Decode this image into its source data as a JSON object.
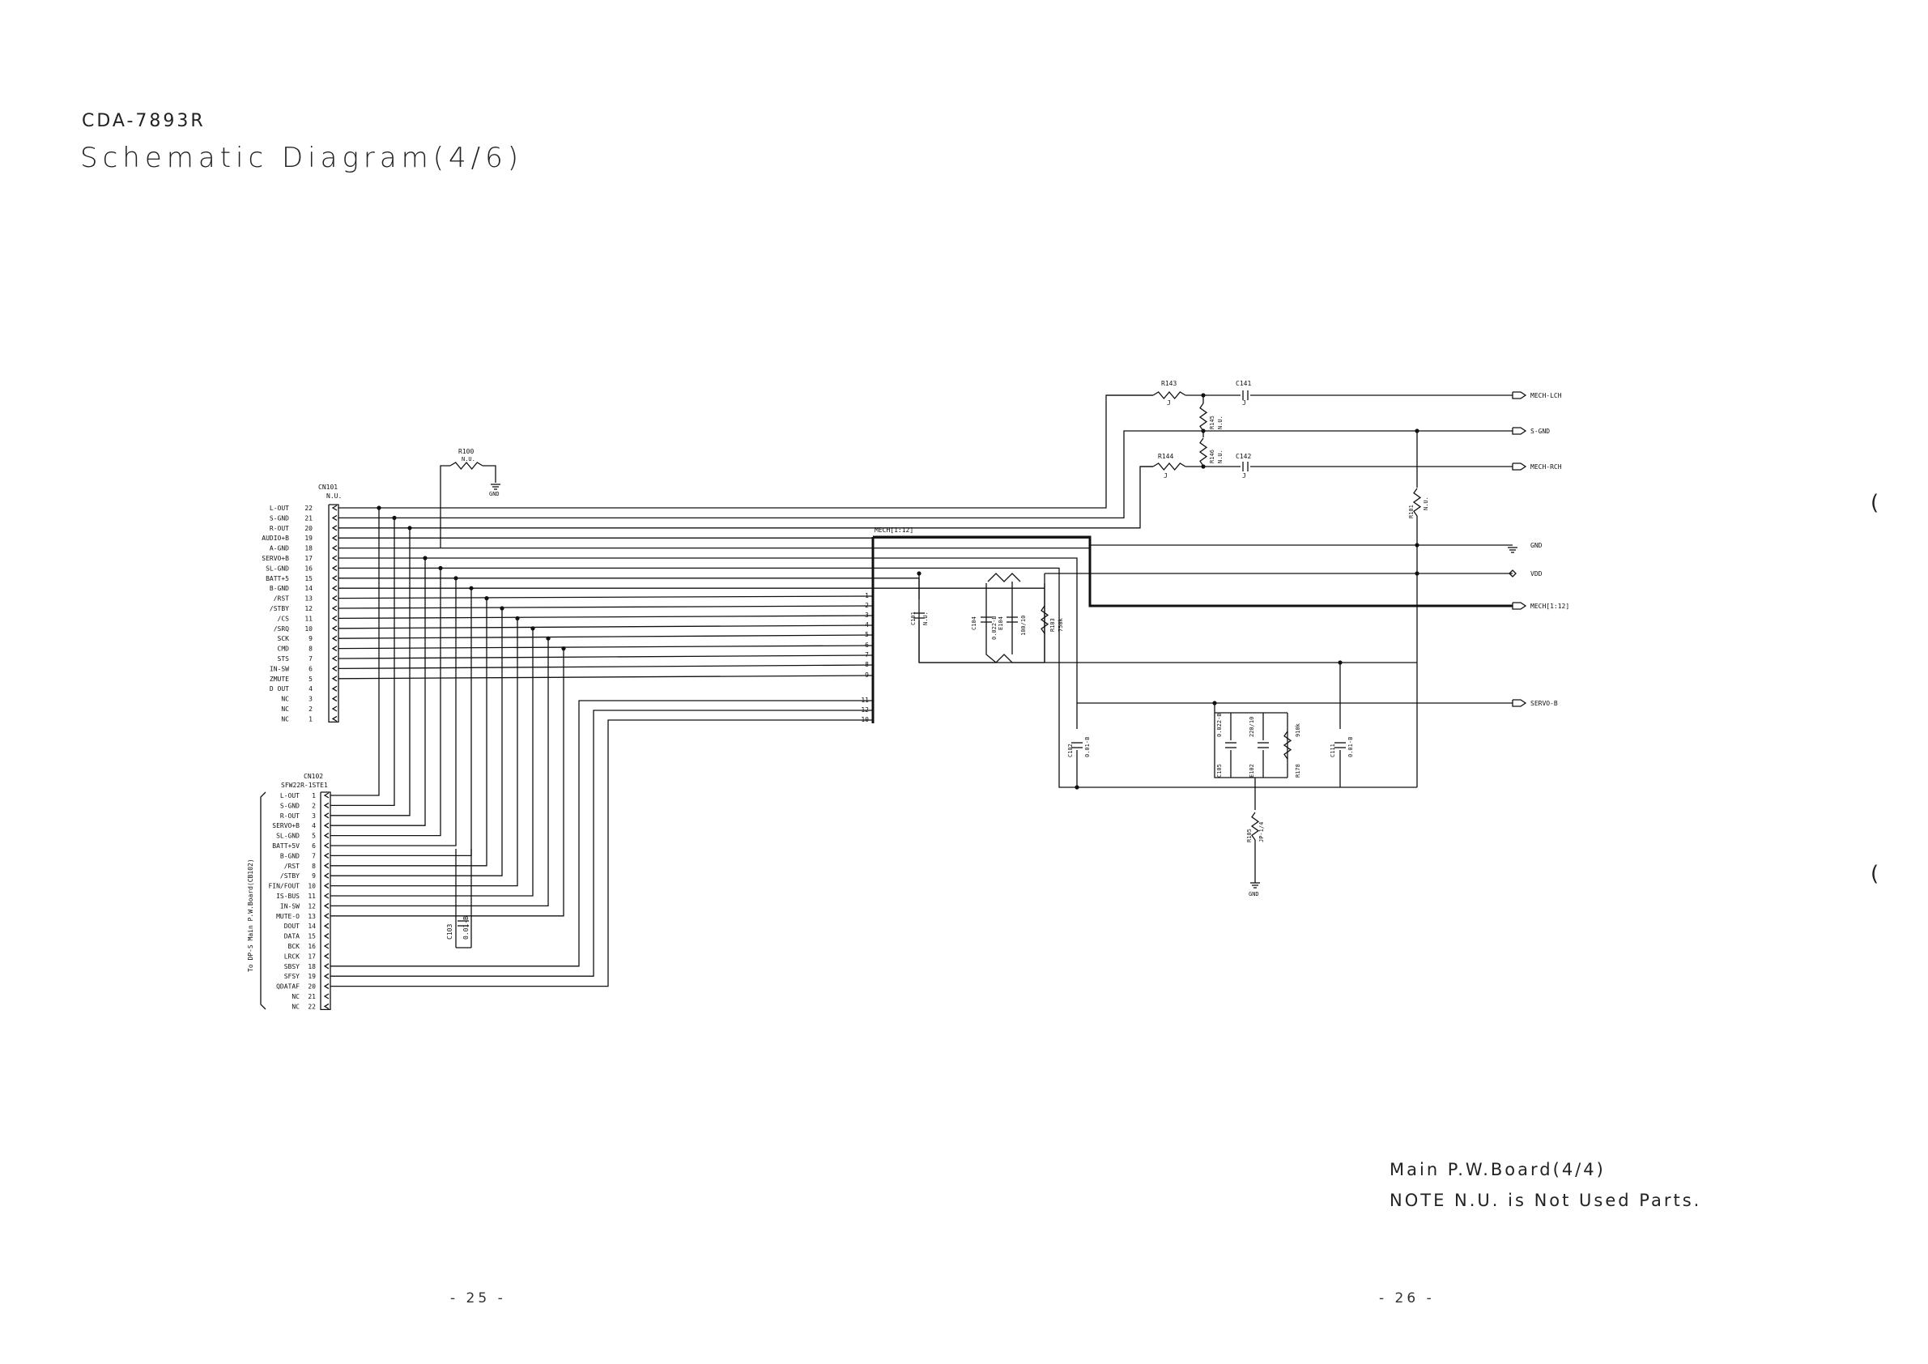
{
  "header": {
    "model": "CDA-7893R",
    "title": "Schematic Diagram(4/6)"
  },
  "footer": {
    "board": "Main P.W.Board(4/4)",
    "note": "NOTE N.U. is Not Used Parts.",
    "page_left": "- 25 -",
    "page_right": "- 26 -"
  },
  "schematic": {
    "cn101": {
      "ref": "CN101",
      "value": "N.U.",
      "pins": [
        {
          "label": "L-OUT",
          "num": "22"
        },
        {
          "label": "S-GND",
          "num": "21"
        },
        {
          "label": "R-OUT",
          "num": "20"
        },
        {
          "label": "AUDIO+B",
          "num": "19"
        },
        {
          "label": "A-GND",
          "num": "18"
        },
        {
          "label": "SERVO+B",
          "num": "17"
        },
        {
          "label": "SL-GND",
          "num": "16"
        },
        {
          "label": "BATT+5",
          "num": "15"
        },
        {
          "label": "B-GND",
          "num": "14"
        },
        {
          "label": "/RST",
          "num": "13"
        },
        {
          "label": "/STBY",
          "num": "12"
        },
        {
          "label": "/CS",
          "num": "11"
        },
        {
          "label": "/SRQ",
          "num": "10"
        },
        {
          "label": "SCK",
          "num": "9"
        },
        {
          "label": "CMD",
          "num": "8"
        },
        {
          "label": "STS",
          "num": "7"
        },
        {
          "label": "IN-SW",
          "num": "6"
        },
        {
          "label": "ZMUTE",
          "num": "5"
        },
        {
          "label": "D OUT",
          "num": "4"
        },
        {
          "label": "NC",
          "num": "3"
        },
        {
          "label": "NC",
          "num": "2"
        },
        {
          "label": "NC",
          "num": "1"
        }
      ]
    },
    "cn102": {
      "ref": "CN102",
      "value": "SFW22R-1STE1",
      "side_label": "To DP-S Main P.W.Board(CB102)",
      "pins": [
        {
          "label": "L-OUT",
          "num": "1"
        },
        {
          "label": "S-GND",
          "num": "2"
        },
        {
          "label": "R-OUT",
          "num": "3"
        },
        {
          "label": "SERVO+B",
          "num": "4"
        },
        {
          "label": "SL-GND",
          "num": "5"
        },
        {
          "label": "BATT+5V",
          "num": "6"
        },
        {
          "label": "B-GND",
          "num": "7"
        },
        {
          "label": "/RST",
          "num": "8"
        },
        {
          "label": "/STBY",
          "num": "9"
        },
        {
          "label": "FIN/FOUT",
          "num": "10"
        },
        {
          "label": "IS-BUS",
          "num": "11"
        },
        {
          "label": "IN-SW",
          "num": "12"
        },
        {
          "label": "MUTE-O",
          "num": "13"
        },
        {
          "label": "DOUT",
          "num": "14"
        },
        {
          "label": "DATA",
          "num": "15"
        },
        {
          "label": "BCK",
          "num": "16"
        },
        {
          "label": "LRCK",
          "num": "17"
        },
        {
          "label": "SBSY",
          "num": "18"
        },
        {
          "label": "SFSY",
          "num": "19"
        },
        {
          "label": "QDATAF",
          "num": "20"
        },
        {
          "label": "NC",
          "num": "21"
        },
        {
          "label": "NC",
          "num": "22"
        }
      ]
    },
    "bus": {
      "label": "MECH[1:12]",
      "entries": [
        "1",
        "2",
        "3",
        "4",
        "5",
        "6",
        "7",
        "8",
        "9",
        "11",
        "12",
        "10"
      ]
    },
    "components": {
      "r100": {
        "ref": "R100",
        "value": "N.U."
      },
      "r100_gnd": "GND",
      "r143": {
        "ref": "R143",
        "value": "J"
      },
      "c141": {
        "ref": "C141",
        "value": "J"
      },
      "r145": {
        "ref": "R145",
        "value": "N.U."
      },
      "r146": {
        "ref": "R146",
        "value": "N.U."
      },
      "r144": {
        "ref": "R144",
        "value": "J"
      },
      "c142": {
        "ref": "C142",
        "value": "J"
      },
      "r101": {
        "ref": "R101",
        "value": "N.U."
      },
      "c101": {
        "ref": "C101",
        "value": "N.U."
      },
      "c104": {
        "ref": "C104",
        "value": "0.022-B"
      },
      "e104": {
        "ref": "E104",
        "value": "100/10"
      },
      "r103": {
        "ref": "R103",
        "value": "750k"
      },
      "c102": {
        "ref": "C102",
        "value": "0.01-B"
      },
      "c105": {
        "ref": "C105",
        "value": "0.022-B"
      },
      "e102": {
        "ref": "E102",
        "value": "220/10"
      },
      "r178": {
        "ref": "R178",
        "value": "910k"
      },
      "c111": {
        "ref": "C111",
        "value": "0.01-B"
      },
      "r105": {
        "ref": "R105",
        "value": "JP-1/4"
      },
      "r105_gnd": "GND",
      "c103": {
        "ref": "C103",
        "value": "0.01-B"
      }
    },
    "ports": {
      "mech_lch": "MECH-LCH",
      "s_gnd": "S-GND",
      "mech_rch": "MECH-RCH",
      "gnd": "GND",
      "vdd": "VDD",
      "mech_bus": "MECH[1:12]",
      "servo_b": "SERVO-B"
    }
  }
}
